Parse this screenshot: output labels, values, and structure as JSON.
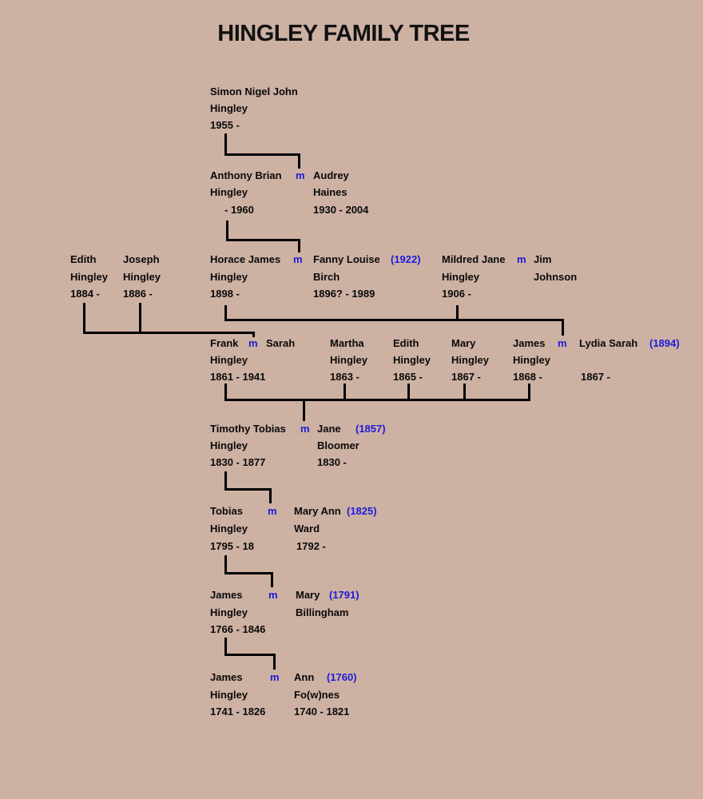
{
  "title": "HINGLEY FAMILY TREE",
  "colors": {
    "background": "#cdb1a3",
    "text": "#0a0a0a",
    "marriage_blue": "#1c1cd9",
    "line": "#000000"
  },
  "marriage_symbol": "m",
  "marriage_years": {
    "horace_fanny": "(1922)",
    "james_lydia": "(1894)",
    "timothy_jane": "(1857)",
    "tobias_mary_ann": "(1825)",
    "james_mary": "(1791)",
    "james_ann": "(1760)"
  },
  "people": {
    "simon": {
      "given": "Simon Nigel John",
      "surname": "Hingley",
      "dates": "1955 -"
    },
    "anthony": {
      "given": "Anthony Brian",
      "surname": "Hingley",
      "dates": "- 1960"
    },
    "audrey": {
      "given": "Audrey",
      "surname": "Haines",
      "dates": "1930 - 2004"
    },
    "horace": {
      "given": "Horace James",
      "surname": "Hingley",
      "dates": "1898 -"
    },
    "fanny": {
      "given": "Fanny Louise",
      "surname": "Birch",
      "dates": "1896? - 1989"
    },
    "mildred": {
      "given": "Mildred Jane",
      "surname": "Hingley",
      "dates": "1906 -"
    },
    "jim": {
      "given": "Jim",
      "surname": "Johnson"
    },
    "edith_1884": {
      "given": "Edith",
      "surname": "Hingley",
      "dates": "1884 -"
    },
    "joseph_1886": {
      "given": "Joseph",
      "surname": "Hingley",
      "dates": "1886 -"
    },
    "frank": {
      "given": "Frank",
      "surname": "Hingley",
      "dates": "1861 - 1941"
    },
    "sarah": {
      "given": "Sarah"
    },
    "martha": {
      "given": "Martha",
      "surname": "Hingley",
      "dates": "1863 -"
    },
    "edith_1865": {
      "given": "Edith",
      "surname": "Hingley",
      "dates": "1865 -"
    },
    "mary_1867": {
      "given": "Mary",
      "surname": "Hingley",
      "dates": "1867 -"
    },
    "james_1868": {
      "given": "James",
      "surname": "Hingley",
      "dates": "1868 -"
    },
    "lydia": {
      "given": "Lydia Sarah",
      "dates": "1867 -"
    },
    "timothy": {
      "given": "Timothy Tobias",
      "surname": "Hingley",
      "dates": "1830 - 1877"
    },
    "jane": {
      "given": "Jane",
      "surname": "Bloomer",
      "dates": "1830 -"
    },
    "tobias": {
      "given": "Tobias",
      "surname": "Hingley",
      "dates": "1795 - 18"
    },
    "mary_ann": {
      "given": "Mary Ann",
      "surname": "Ward",
      "dates": "1792 -"
    },
    "james_1766": {
      "given": "James",
      "surname": "Hingley",
      "dates": "1766 - 1846"
    },
    "mary_billingham": {
      "given": "Mary",
      "surname": "Billingham"
    },
    "james_1741": {
      "given": "James",
      "surname": "Hingley",
      "dates": "1741 - 1826"
    },
    "ann": {
      "given": "Ann",
      "surname": "Fo(w)nes",
      "dates": "1740 - 1821"
    }
  }
}
